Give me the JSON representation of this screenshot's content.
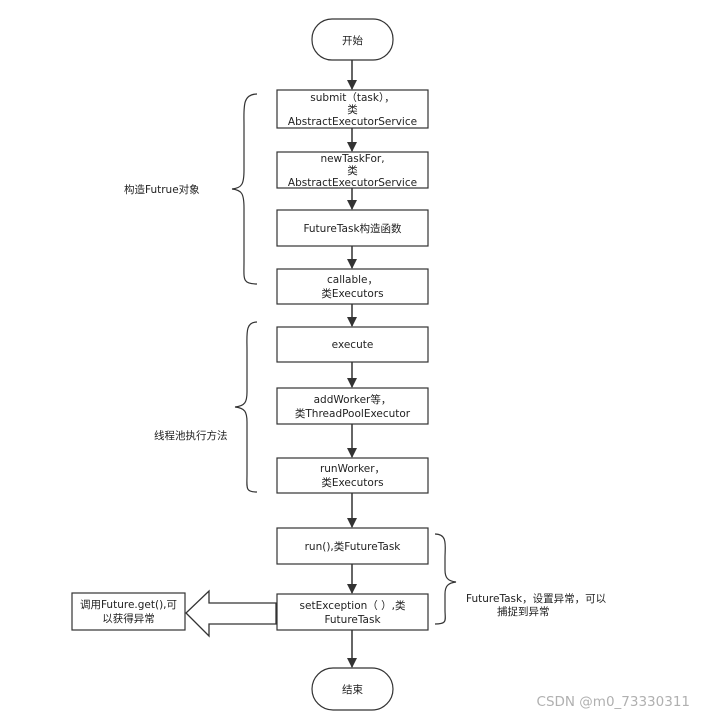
{
  "nodes": {
    "start": [
      "开始"
    ],
    "submit": [
      "submit（task），",
      "类",
      "AbstractExecutorService"
    ],
    "newTaskFor": [
      "newTaskFor,",
      "类",
      "AbstractExecutorService"
    ],
    "futureTaskCtor": [
      "FutureTask构造函数"
    ],
    "callable": [
      "callable，",
      "类Executors"
    ],
    "execute": [
      "execute"
    ],
    "addWorker": [
      "addWorker等，",
      "类ThreadPoolExecutor"
    ],
    "runWorker": [
      "runWorker，",
      "类Executors"
    ],
    "run": [
      "run(),类FutureTask"
    ],
    "setException": [
      "setException（ ）,类",
      "FutureTask"
    ],
    "end": [
      "结束"
    ]
  },
  "notes": {
    "construct": [
      "构造Futrue对象"
    ],
    "threadPool": [
      "线程池执行方法"
    ],
    "futureTask": [
      "FutureTask，设置异常，可以",
      "捕捉到异常"
    ],
    "callGet": [
      "调用Future.get(),可",
      "以获得异常"
    ]
  },
  "watermark": "CSDN @m0_73330311"
}
